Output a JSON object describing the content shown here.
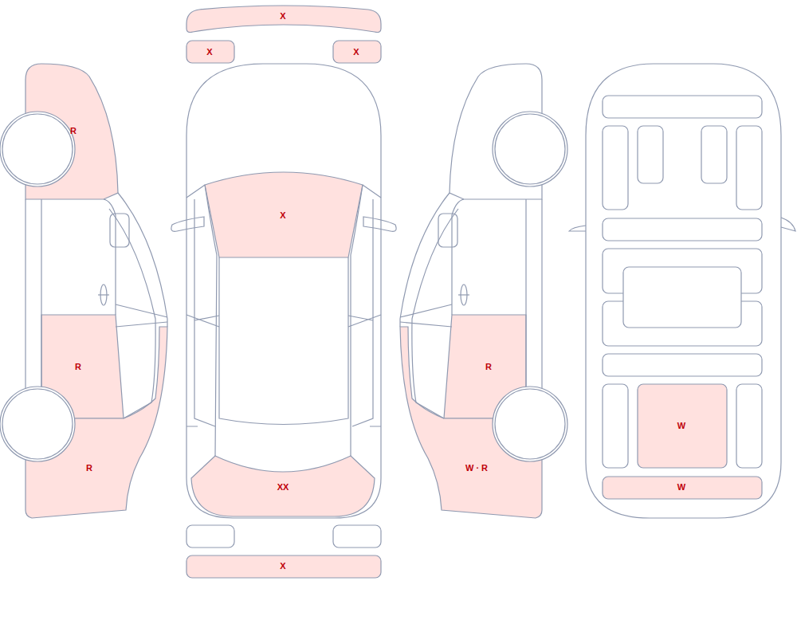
{
  "diagram": {
    "labels": [
      "X",
      "X",
      "X",
      "R",
      "X",
      "R",
      "R",
      "W",
      "R",
      "W · R",
      "XX",
      "W",
      "X"
    ]
  }
}
